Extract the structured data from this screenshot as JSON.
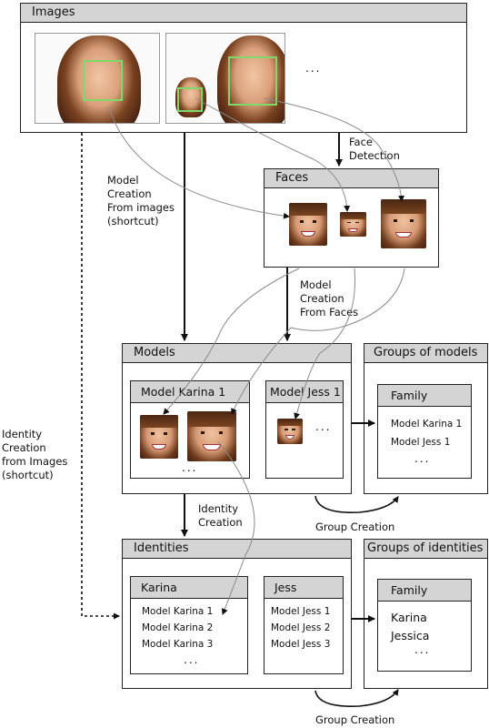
{
  "images_box": {
    "title": "Images",
    "ellipsis": "..."
  },
  "faces_box": {
    "title": "Faces"
  },
  "models_box": {
    "title": "Models",
    "karina": {
      "title": "Model Karina 1",
      "ellipsis": "..."
    },
    "jess": {
      "title": "Model Jess 1",
      "ellipsis": "..."
    }
  },
  "groups_models_box": {
    "title": "Groups of models",
    "family": {
      "title": "Family",
      "items": [
        "Model Karina 1",
        "Model Jess 1"
      ],
      "ellipsis": "..."
    }
  },
  "identities_box": {
    "title": "Identities",
    "karina": {
      "title": "Karina",
      "items": [
        "Model Karina 1",
        "Model Karina 2",
        "Model Karina 3"
      ],
      "ellipsis": "..."
    },
    "jess": {
      "title": "Jess",
      "items": [
        "Model Jess 1",
        "Model Jess 2",
        "Model Jess 3"
      ]
    }
  },
  "groups_identities_box": {
    "title": "Groups of identities",
    "family": {
      "title": "Family",
      "items": [
        "Karina",
        "Jessica"
      ],
      "ellipsis": "..."
    }
  },
  "labels": {
    "face_detection": [
      "Face",
      "Detection"
    ],
    "model_from_images": [
      "Model",
      "Creation",
      "From images",
      "(shortcut)"
    ],
    "model_from_faces": [
      "Model",
      "Creation",
      "From Faces"
    ],
    "identity_creation": [
      "Identity",
      "Creation"
    ],
    "identity_from_images": [
      "Identity",
      "Creation",
      "from Images",
      "(shortcut)"
    ],
    "group_creation_1": "Group Creation",
    "group_creation_2": "Group Creation"
  },
  "colors": {
    "detection_box": "#7fd86a",
    "header_fill": "#d4d4d4",
    "stroke": "#222222",
    "thin_link": "#888888"
  }
}
